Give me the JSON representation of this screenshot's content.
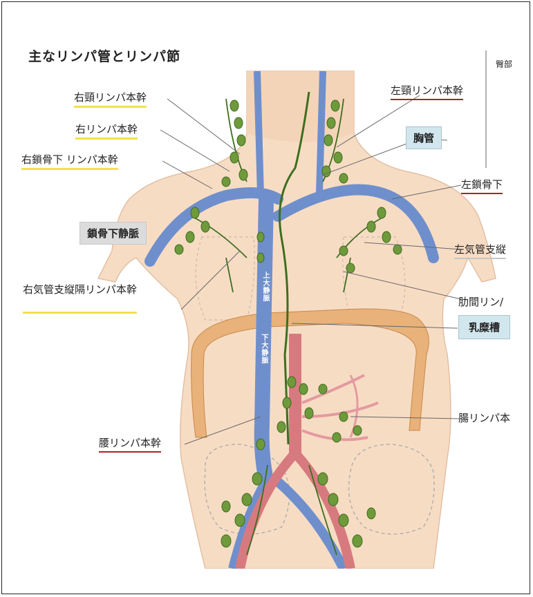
{
  "figure": {
    "title": "主なリンパ管とリンパ節",
    "labels_left": {
      "right_jugular_trunk": "右頸リンパ本幹",
      "right_lymphatic_duct": "右リンパ本幹",
      "right_subclavian_trunk": "右鎖骨下 リンパ本幹",
      "subclavian_vein": "鎖骨下静脈",
      "right_bronchomediastinal_trunk": "右気管支縦隔リンパ本幹",
      "lumbar_trunk": "腰リンパ本幹"
    },
    "labels_right": {
      "top_partial": "臀部",
      "left_jugular_trunk": "左頸リンパ本幹",
      "thoracic_duct": "胸管",
      "left_subclavian_partial": "左鎖骨下",
      "left_bronchomediastinal_partial": "左気管支縦",
      "intercostal_partial": "肋間リン/",
      "cisterna_chyli": "乳糜槽",
      "intestinal_partial": "腸リンパ本"
    },
    "vessel_labels": {
      "superior_vena_cava": "上大静脈",
      "inferior_vena_cava": "下大静脈"
    },
    "colors": {
      "skin": "#f7dcc4",
      "vein": "#6f8fcc",
      "artery": "#d77a7f",
      "node": "#6e9a3c",
      "lymph_vessel": "#3d6e1e",
      "diaphragm": "#d49b5c",
      "box": "#d2e6ee"
    }
  }
}
